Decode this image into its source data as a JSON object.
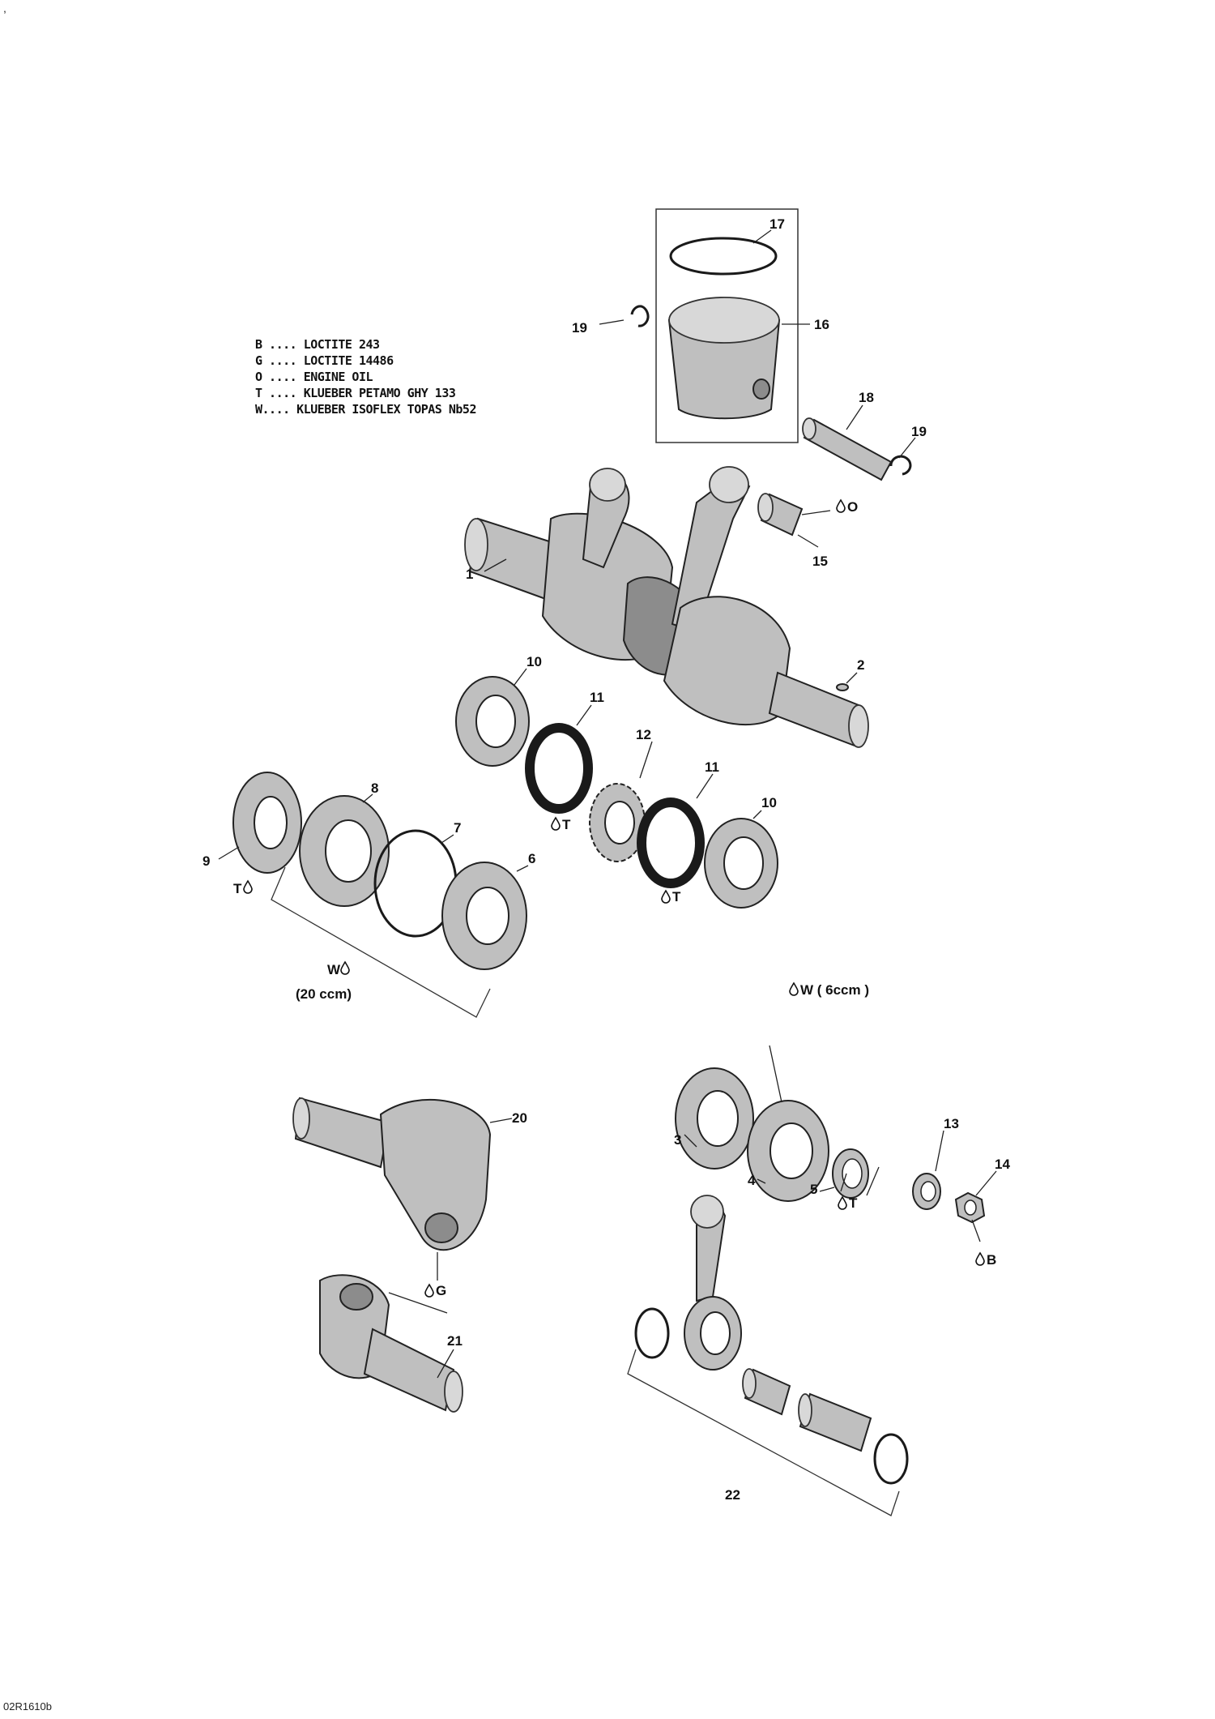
{
  "page": {
    "corner_mark": ",",
    "drawing_code": "02R1610b"
  },
  "legend": [
    {
      "code": "B",
      "text": "B .... LOCTITE 243"
    },
    {
      "code": "G",
      "text": "G .... LOCTITE 14486"
    },
    {
      "code": "O",
      "text": "O .... ENGINE OIL"
    },
    {
      "code": "T",
      "text": "T .... KLUEBER PETAMO GHY 133"
    },
    {
      "code": "W",
      "text": "W.... KLUEBER ISOFLEX TOPAS Nb52"
    }
  ],
  "callouts": {
    "c1": "1",
    "c2": "2",
    "c3": "3",
    "c4": "4",
    "c5": "5",
    "c6": "6",
    "c7": "7",
    "c8": "8",
    "c9": "9",
    "c10a": "10",
    "c10b": "10",
    "c11a": "11",
    "c11b": "11",
    "c12": "12",
    "c13": "13",
    "c14": "14",
    "c15": "15",
    "c16": "16",
    "c17": "17",
    "c18": "18",
    "c19a": "19",
    "c19b": "19",
    "c20": "20",
    "c21": "21",
    "c22": "22"
  },
  "notes": {
    "oil": "O",
    "t_seal11": "T",
    "t_seal11b": "T",
    "t_seal9": "T",
    "w_bracket": "W",
    "w_qty": "(20 ccm)",
    "w_top": "W ( 6ccm )",
    "t_ring5": "T",
    "b_nut": "B",
    "g_pin": "G"
  },
  "icons": {
    "lubricant": "droplet-icon"
  }
}
